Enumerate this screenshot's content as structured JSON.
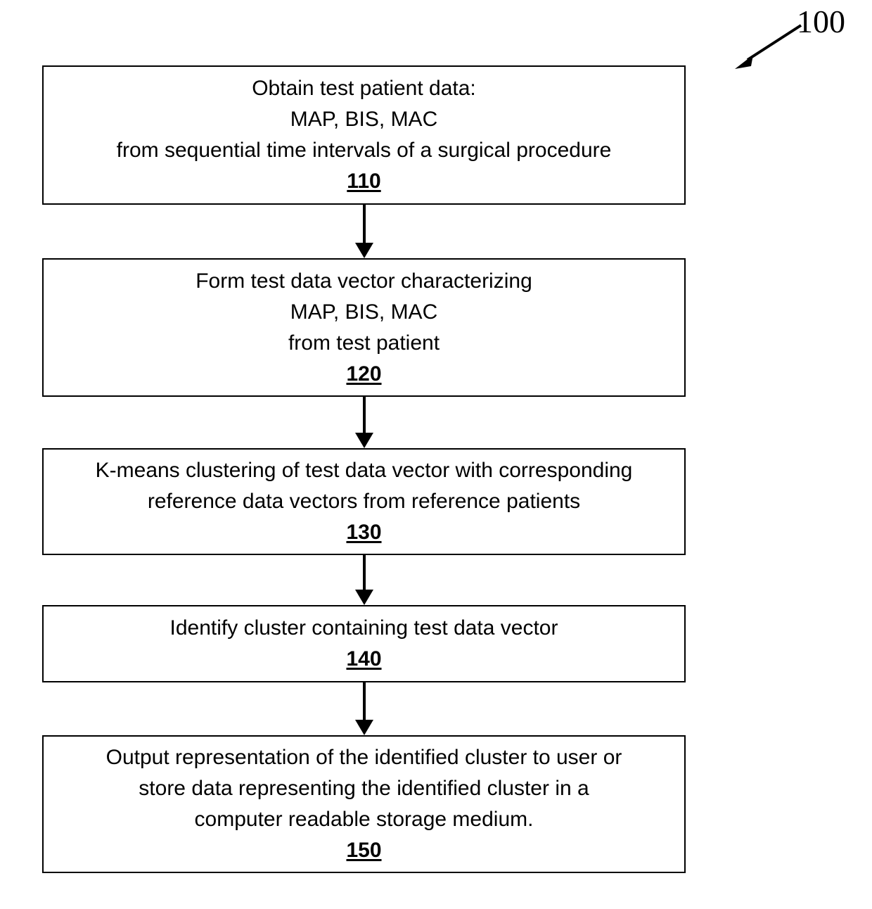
{
  "figure": {
    "reference_numeral": "100",
    "leader_arrow": "diagonal-arrow-down-left"
  },
  "boxes": [
    {
      "id": "110",
      "lines": [
        "Obtain test patient data:",
        "MAP, BIS, MAC",
        "from sequential time intervals of a surgical procedure"
      ],
      "refnum": "110"
    },
    {
      "id": "120",
      "lines": [
        "Form test data vector characterizing",
        "MAP, BIS, MAC",
        "from test patient"
      ],
      "refnum": "120"
    },
    {
      "id": "130",
      "lines": [
        "K-means clustering of test data vector with corresponding",
        "reference data vectors from reference patients"
      ],
      "refnum": "130"
    },
    {
      "id": "140",
      "lines": [
        "Identify cluster containing test data vector"
      ],
      "refnum": "140"
    },
    {
      "id": "150",
      "lines": [
        "Output representation of the identified cluster to user or",
        "store data representing the identified cluster in a",
        "computer readable storage medium."
      ],
      "refnum": "150"
    }
  ],
  "connectors": [
    {
      "from": "110",
      "to": "120",
      "icon": "arrow-down-icon"
    },
    {
      "from": "120",
      "to": "130",
      "icon": "arrow-down-icon"
    },
    {
      "from": "130",
      "to": "140",
      "icon": "arrow-down-icon"
    },
    {
      "from": "140",
      "to": "150",
      "icon": "arrow-down-icon"
    }
  ],
  "colors": {
    "stroke": "#000000",
    "fill": "#ffffff",
    "text": "#000000"
  }
}
